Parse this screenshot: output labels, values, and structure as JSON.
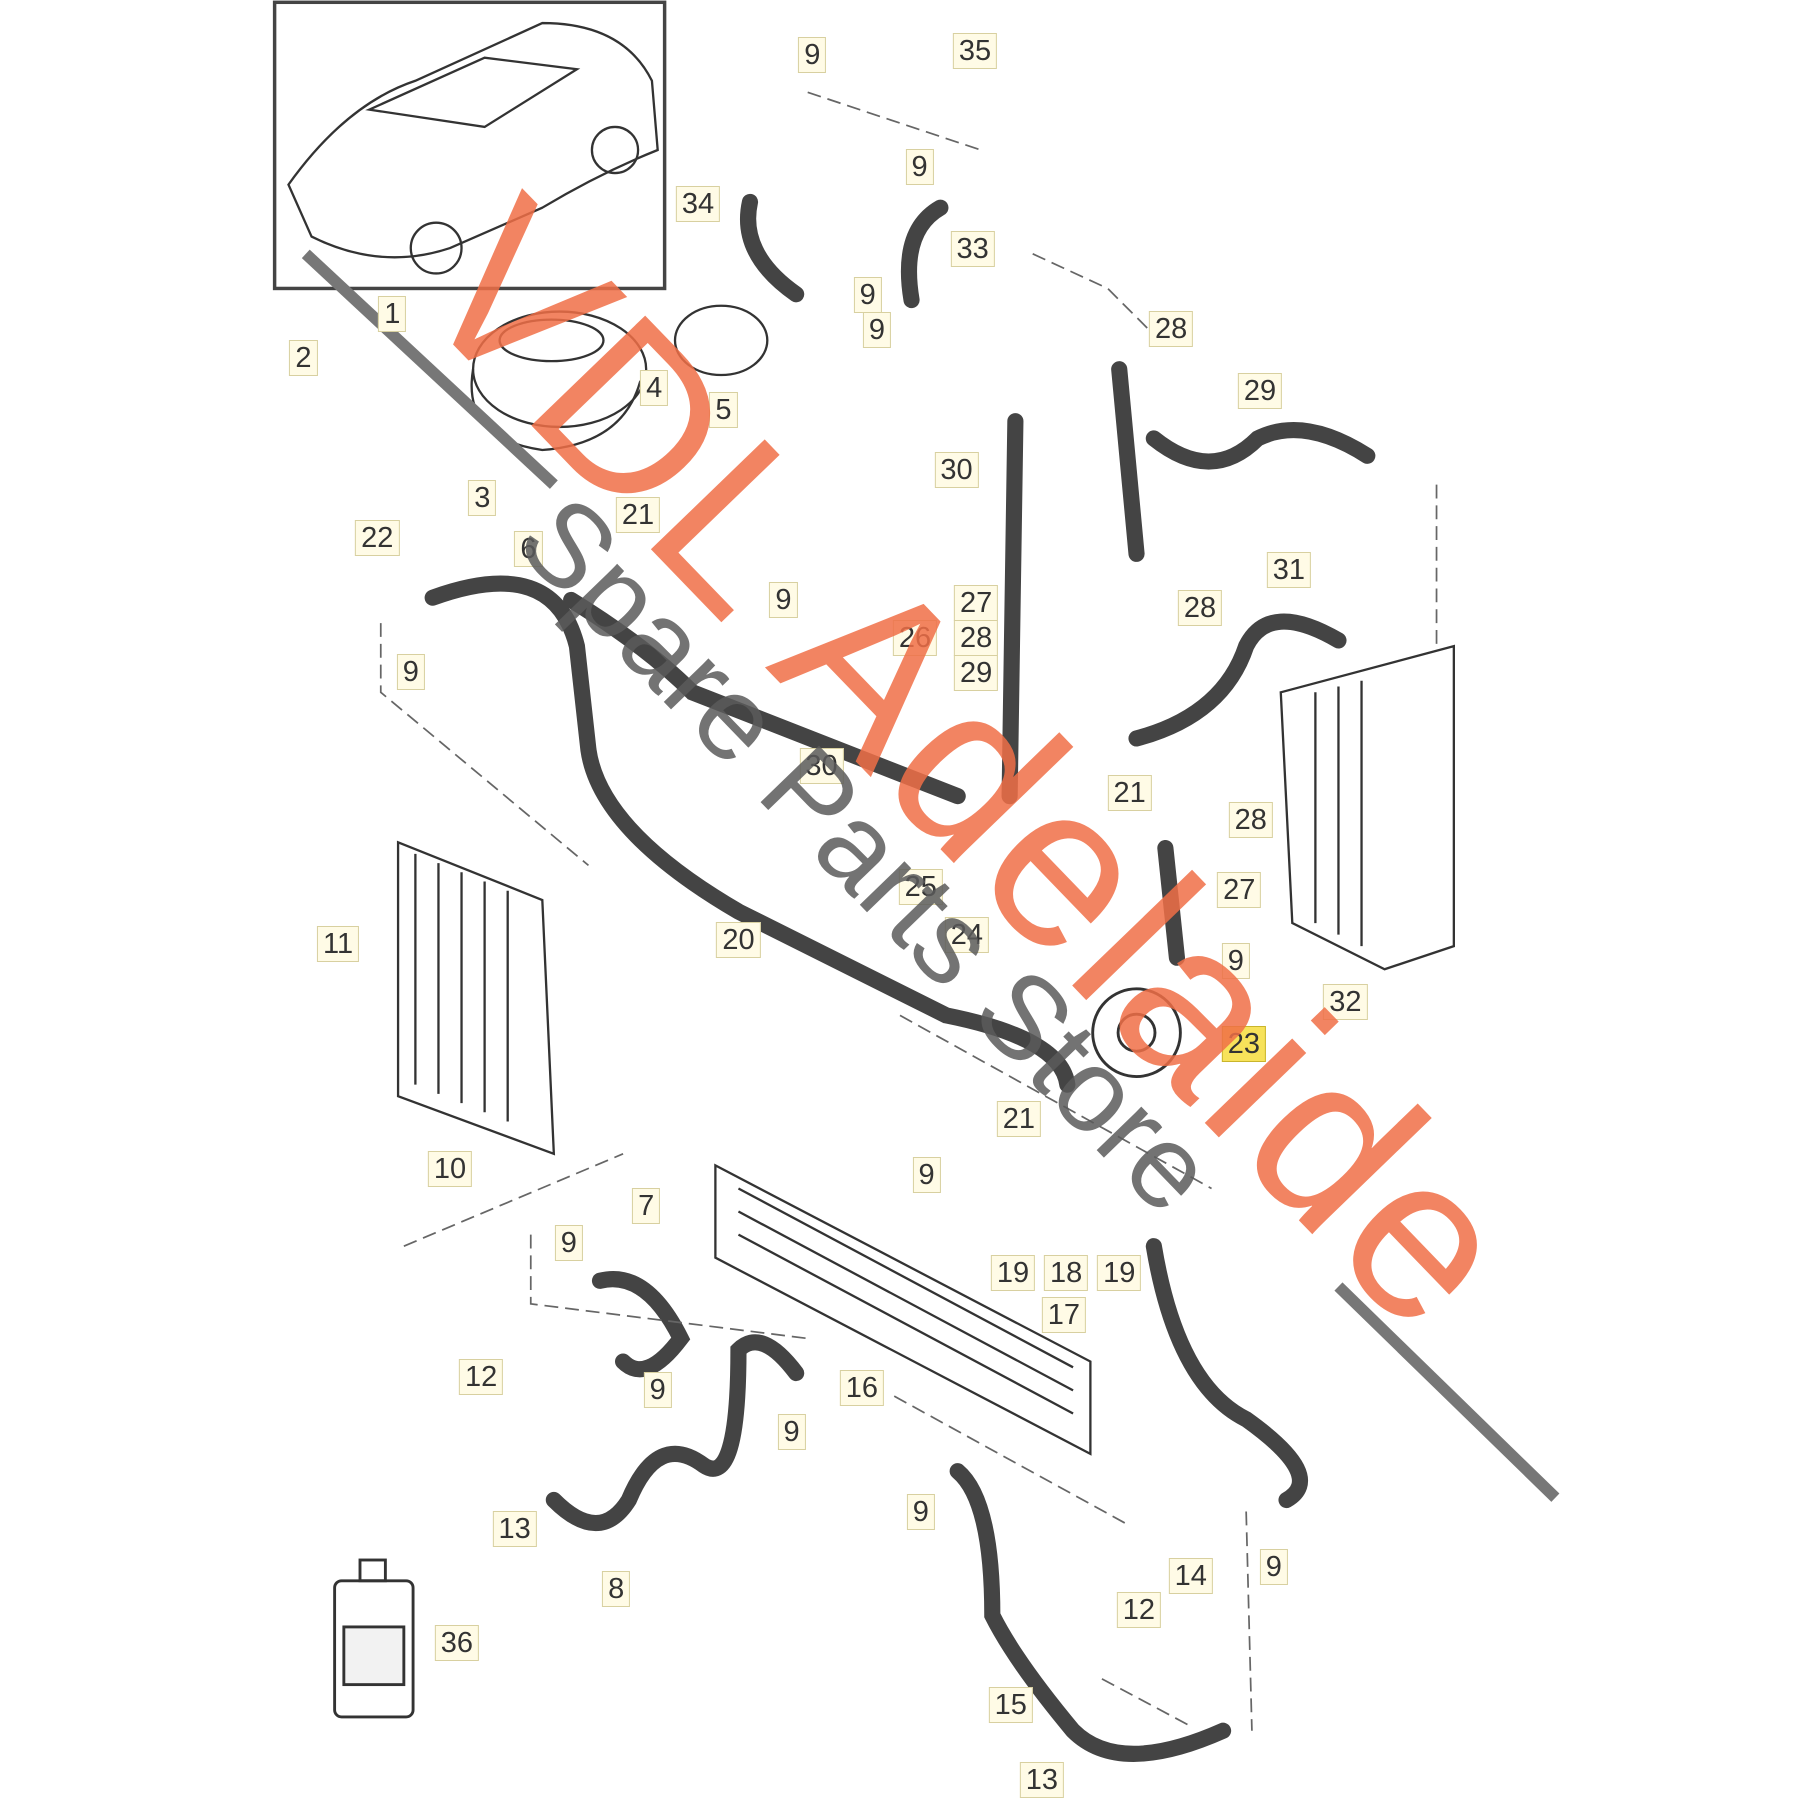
{
  "diagram": {
    "title": "Coolant system parts diagram",
    "callouts": [
      "1",
      "2",
      "3",
      "4",
      "5",
      "6",
      "22",
      "21",
      "9",
      "35",
      "34",
      "9",
      "33",
      "9",
      "9",
      "28",
      "29",
      "30",
      "27",
      "26",
      "28",
      "29",
      "9",
      "28",
      "31",
      "9",
      "30",
      "21",
      "28",
      "27",
      "25",
      "24",
      "11",
      "20",
      "9",
      "32",
      "23",
      "21",
      "9",
      "10",
      "7",
      "9",
      "19",
      "18",
      "19",
      "17",
      "12",
      "9",
      "16",
      "9",
      "9",
      "13",
      "9",
      "8",
      "14",
      "12",
      "36",
      "15",
      "13"
    ],
    "highlighted_callout": "23",
    "highlight_color": "#f7e25a"
  },
  "watermark": {
    "brand": "VDL Adelaide",
    "subtitle": "Spare Parts Store",
    "brand_color": "#f06e46",
    "subtitle_color": "#5a5a5a"
  }
}
